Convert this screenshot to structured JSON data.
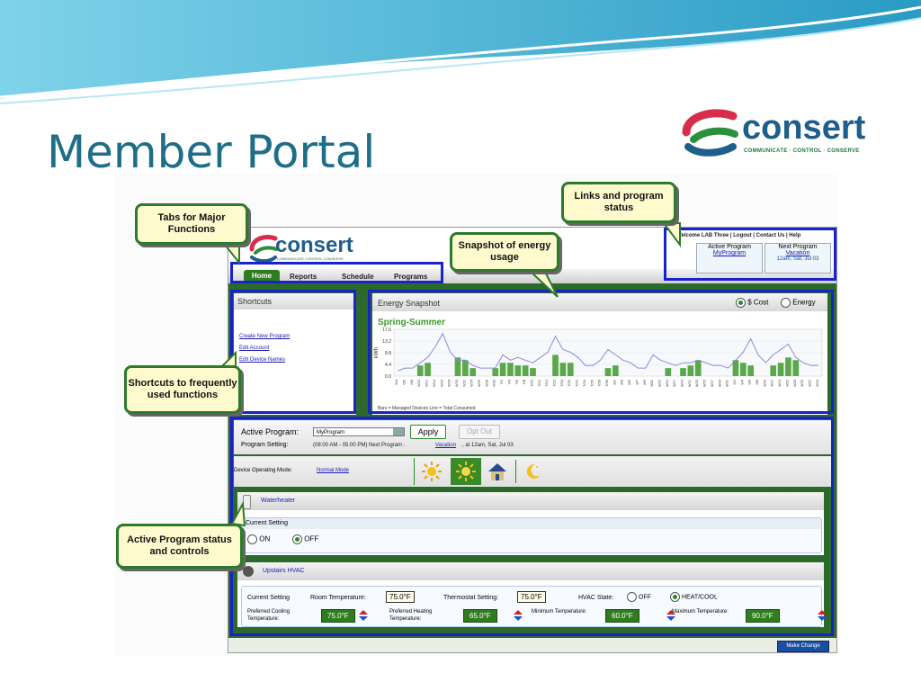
{
  "slide": {
    "title": "Member Portal"
  },
  "brand": {
    "name": "consert",
    "tagline": "COMMUNICATE · CONTROL · CONSERVE"
  },
  "app": {
    "logo_text": "consert",
    "logo_tagline": "COMMUNICATE CONTROL CONSERVE",
    "tabs": [
      "Home",
      "Reports",
      "Schedule",
      "Programs"
    ],
    "top_links": [
      "Welcome LAB Three",
      "Logout",
      "Contact Us",
      "Help"
    ],
    "active_program": {
      "label": "Active Program",
      "value": "MyProgram"
    },
    "next_program": {
      "label": "Next Program",
      "value": "Vacation",
      "when": "12am, Sat, Jul 03"
    },
    "shortcuts": {
      "title": "Shortcuts",
      "items": [
        "Create New Program",
        "Edit Account",
        "Edit Device Names"
      ]
    },
    "snapshot": {
      "title": "Energy Snapshot",
      "options": [
        "$ Cost",
        "Energy"
      ],
      "selected": "$ Cost",
      "subtitle": "Spring-Summer",
      "legend": "Bars = Managed Devices    Line = Total Consumed"
    },
    "program_bar": {
      "active_label": "Active Program:",
      "select_value": "MyProgram",
      "apply": "Apply",
      "opt_out": "Opt Out",
      "setting_label": "Program Setting:",
      "setting_value": "(08:00 AM - 05:00 PM) Next Program :",
      "next_link": "Vacation",
      "next_when": ", at 12am, Sat, Jul 03"
    },
    "device_mode": {
      "label": "Device Operating Mode:",
      "value": "Normal Mode"
    },
    "waterheater": {
      "name": "Waterheater",
      "setting_label": "Current Setting",
      "on_label": "ON",
      "off_label": "OFF",
      "selected": "OFF"
    },
    "hvac": {
      "name": "Upstairs HVAC",
      "setting_label": "Current Setting",
      "room_temp_label": "Room Temperature:",
      "room_temp": "75.0°F",
      "thermostat_label": "Thermostat Setting:",
      "thermostat": "75.0°F",
      "state_label": "HVAC State:",
      "off_label": "OFF",
      "heatcool_label": "HEAT/COOL",
      "selected_state": "HEAT/COOL",
      "pref_cool_label": "Preferred Cooling Temperature:",
      "pref_cool": "75.0°F",
      "pref_heat_label": "Preferred Heating Temperature:",
      "pref_heat": "65.0°F",
      "min_label": "Minimum Temperature:",
      "min": "60.0°F",
      "max_label": "Maximum Temperature:",
      "max": "90.0°F"
    },
    "make_change": "Make Change"
  },
  "callouts": {
    "tabs": "Tabs for Major Functions",
    "links": "Links and program status",
    "snapshot": "Snapshot of energy usage",
    "shortcuts": "Shortcuts to frequently used functions",
    "active": "Active Program status and controls"
  },
  "chart_data": {
    "type": "bar",
    "title": "Spring-Summer",
    "ylabel": "kWh",
    "ylim": [
      0,
      17.6
    ],
    "yticks": [
      0.0,
      4.4,
      8.8,
      13.2,
      17.6
    ],
    "categories": [
      "6/4",
      "6/6",
      "6/8",
      "6/10",
      "6/12",
      "6/14",
      "6/16",
      "6/18",
      "6/20",
      "6/22",
      "6/24",
      "6/26",
      "6/28",
      "6/30",
      "7/2",
      "7/4",
      "7/6",
      "7/8",
      "7/10",
      "7/12",
      "7/14",
      "7/16",
      "7/18",
      "7/20",
      "7/22",
      "7/24",
      "7/26",
      "7/28",
      "7/30",
      "8/1",
      "8/3",
      "8/5",
      "8/7",
      "8/9",
      "8/11",
      "8/13",
      "8/15",
      "8/17",
      "8/19",
      "8/21",
      "8/23",
      "8/25",
      "8/27",
      "8/29",
      "8/31",
      "9/2",
      "9/4",
      "9/6",
      "9/8",
      "9/10",
      "9/12",
      "9/14",
      "9/16",
      "9/18",
      "9/20",
      "9/22",
      "9/24"
    ],
    "series": [
      {
        "name": "Bars = Managed Devices",
        "values": [
          0,
          0,
          0,
          4,
          5,
          0,
          0,
          0,
          7,
          6,
          3,
          0,
          0,
          3,
          5,
          5,
          4,
          4,
          3,
          0,
          0,
          8,
          5,
          5,
          0,
          0,
          0,
          0,
          3,
          4,
          0,
          0,
          0,
          0,
          0,
          0,
          3,
          0,
          3,
          4,
          6,
          0,
          0,
          0,
          0,
          6,
          5,
          4,
          0,
          0,
          4,
          5,
          7,
          6,
          0,
          0,
          0
        ]
      },
      {
        "name": "Line = Total Consumed",
        "values": [
          2,
          3,
          3,
          5,
          7,
          11,
          16,
          9,
          6,
          6,
          4,
          3,
          3,
          3,
          8,
          6,
          7,
          6,
          5,
          7,
          9,
          15,
          10,
          9,
          7,
          4,
          4,
          6,
          10,
          8,
          6,
          5,
          3,
          3,
          8,
          6,
          5,
          4,
          5,
          5,
          6,
          5,
          4,
          4,
          3,
          6,
          9,
          14,
          8,
          5,
          8,
          10,
          12,
          7,
          5,
          4,
          4
        ]
      }
    ],
    "legend": "Bars = Managed Devices    Line = Total Consumed"
  }
}
